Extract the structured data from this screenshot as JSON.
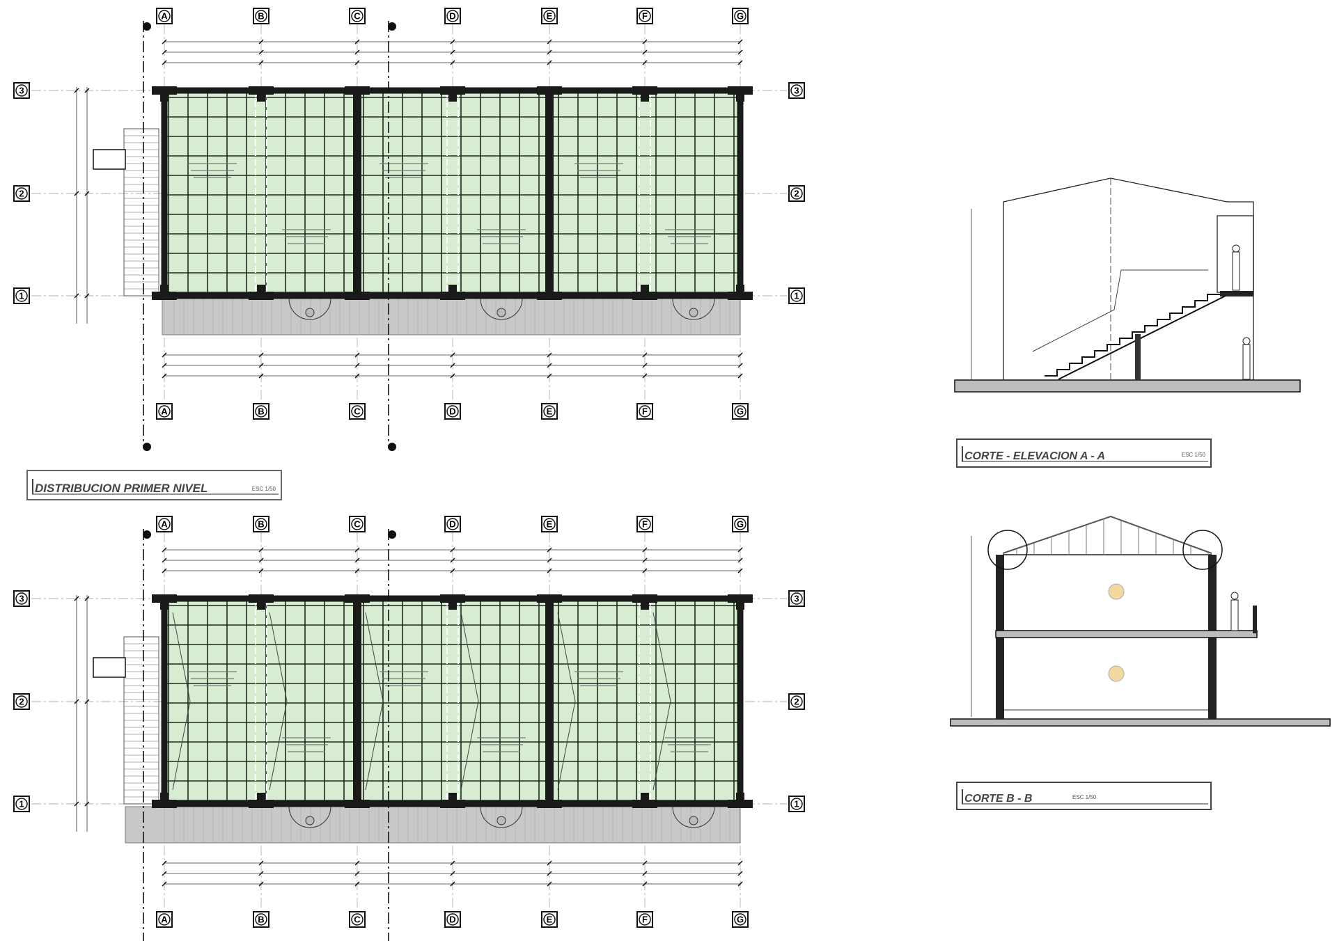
{
  "grid": {
    "columns": [
      "A",
      "B",
      "C",
      "D",
      "E",
      "F",
      "G"
    ],
    "rows": [
      "3",
      "2",
      "1"
    ]
  },
  "plans": [
    {
      "title": "DISTRIBUCION PRIMER NIVEL",
      "scale": "ESC 1/50"
    },
    {
      "title": "",
      "scale": ""
    }
  ],
  "sections": [
    {
      "title": "CORTE - ELEVACION A - A",
      "scale": "ESC 1/50"
    },
    {
      "title": "CORTE  B - B",
      "scale": "ESC 1/50"
    }
  ],
  "colors": {
    "floor_fill": "#d8ecd2",
    "corridor_fill": "#c8c8c8",
    "wall": "#1a1a1a",
    "lamp": "#f3d9a0"
  }
}
